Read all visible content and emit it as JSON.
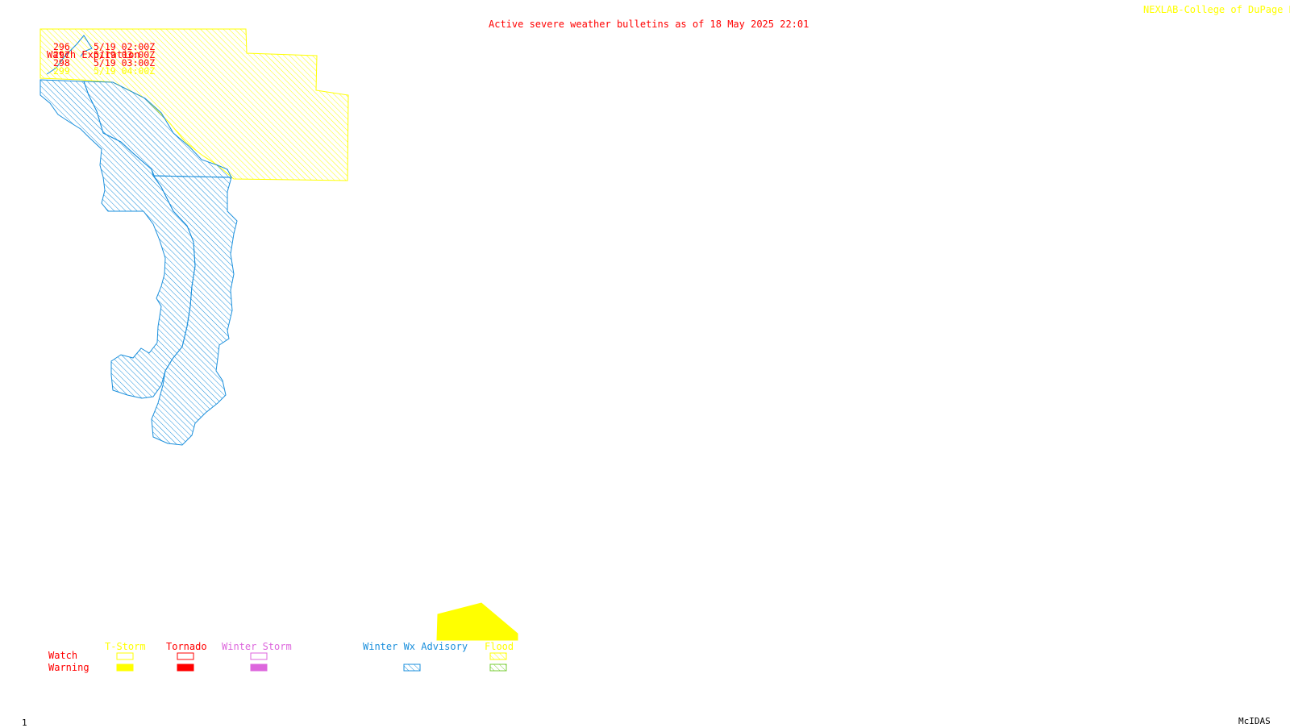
{
  "header": {
    "title": "Active severe weather bulletins as of 18 May 2025 22:01",
    "credit": "NEXLAB-College of DuPage R"
  },
  "watch_table": {
    "heading": "Watch Expiration",
    "rows": [
      {
        "number": "296",
        "expires": "5/19 02:00Z",
        "type": "Tornado"
      },
      {
        "number": "297",
        "expires": "5/19 03:00Z",
        "type": "Tornado"
      },
      {
        "number": "298",
        "expires": "5/19 03:00Z",
        "type": "Tornado"
      },
      {
        "number": "299",
        "expires": "5/19 04:00Z",
        "type": "T-Storm"
      }
    ]
  },
  "map": {
    "areas": [
      {
        "kind": "Winter Wx Advisory",
        "fill": "hatched"
      },
      {
        "kind": "T-Storm Watch",
        "fill": "hatched"
      },
      {
        "kind": "T-Storm Warning",
        "fill": "solid"
      }
    ]
  },
  "legend": {
    "row_watch": "Watch",
    "row_warning": "Warning",
    "categories": [
      {
        "label": "T-Storm",
        "color": "#ffff00",
        "watch_style": "outline",
        "warning_style": "solid"
      },
      {
        "label": "Tornado",
        "color": "#ff0000",
        "watch_style": "outline",
        "warning_style": "solid"
      },
      {
        "label": "Winter Storm",
        "color": "#dd66dd",
        "watch_style": "outline",
        "warning_style": "solid"
      },
      {
        "label": "Winter Wx Advisory",
        "color": "#1a8fdc",
        "watch_style": "none",
        "warning_style": "hatched"
      },
      {
        "label": "Flood",
        "color": "#ffff00",
        "watch_style": "hatched",
        "warning_style": "hatched-green"
      }
    ]
  },
  "footer": {
    "frame_number": "1",
    "software": "McIDAS"
  },
  "colors": {
    "title": "#ff0000",
    "credit": "#ffff00",
    "tornado": "#ff0000",
    "tstorm": "#ffff00",
    "winter_storm": "#dd66dd",
    "winter_advisory": "#1a8fdc",
    "flood_warning": "#77cc33"
  }
}
